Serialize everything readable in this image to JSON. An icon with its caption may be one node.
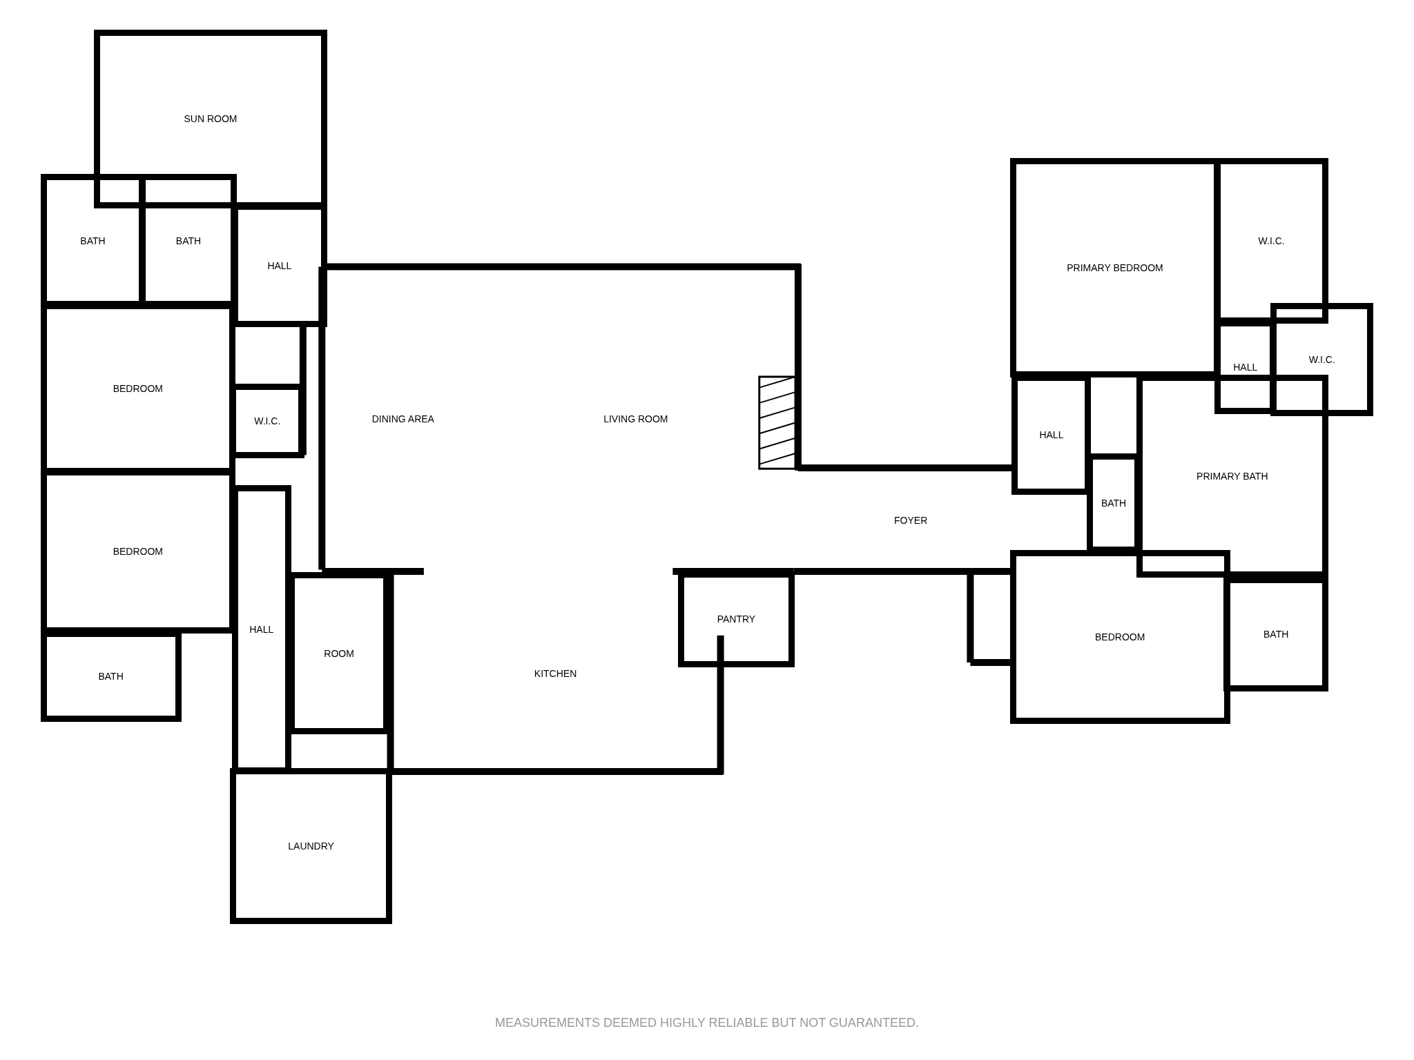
{
  "diagram": {
    "caption": "MEASUREMENTS DEEMED HIGHLY RELIABLE BUT NOT GUARANTEED.",
    "nodes": [
      {
        "text": [
          "SUN ROOM"
        ]
      },
      {
        "text": [
          "BATH"
        ]
      },
      {
        "text": [
          "BATH"
        ]
      },
      {
        "text": [
          "HALL"
        ]
      },
      {
        "text": [
          "BEDROOM"
        ]
      },
      {
        "text": [
          "W.I.C."
        ]
      },
      {
        "text": [
          "DINING AREA"
        ]
      },
      {
        "text": [
          "LIVING ROOM"
        ]
      },
      {
        "text": [
          "BEDROOM"
        ]
      },
      {
        "text": [
          "HALL"
        ]
      },
      {
        "text": [
          "ROOM"
        ]
      },
      {
        "text": [
          "BATH"
        ]
      },
      {
        "text": [
          "KITCHEN"
        ]
      },
      {
        "text": [
          "PANTRY"
        ]
      },
      {
        "text": [
          "LAUNDRY"
        ]
      },
      {
        "text": [
          "PRIMARY BEDROOM"
        ]
      },
      {
        "text": [
          "W.I.C."
        ]
      },
      {
        "text": [
          "HALL"
        ]
      },
      {
        "text": [
          "W.I.C."
        ]
      },
      {
        "text": [
          "HALL"
        ]
      },
      {
        "text": [
          "PRIMARY BATH"
        ]
      },
      {
        "text": [
          "FOYER"
        ]
      },
      {
        "text": [
          "BATH"
        ]
      },
      {
        "text": [
          "BEDROOM"
        ]
      },
      {
        "text": [
          "BATH"
        ]
      }
    ],
    "edges": []
  }
}
